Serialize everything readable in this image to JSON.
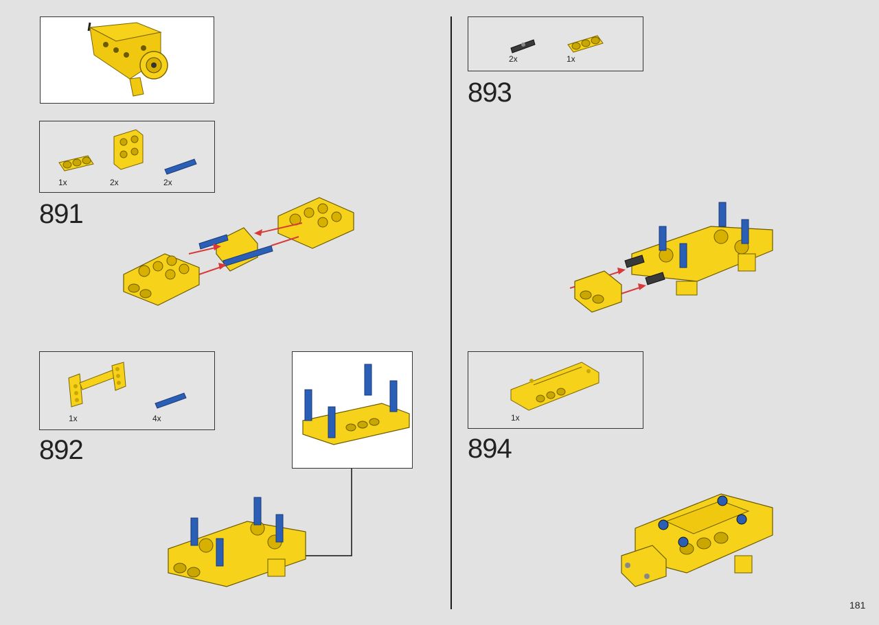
{
  "page_number": "181",
  "colors": {
    "yellow": "#f6d21a",
    "yellow_dark": "#c9a600",
    "blue": "#2b5fb6",
    "dark_gray": "#3a3a3a",
    "red": "#d83a3a"
  },
  "steps": [
    {
      "number": "891",
      "parts": [
        {
          "qty": "1x",
          "icon": "beam-3-icon"
        },
        {
          "qty": "2x",
          "icon": "connector-block-icon"
        },
        {
          "qty": "2x",
          "icon": "blue-pin-icon"
        }
      ]
    },
    {
      "number": "892",
      "parts": [
        {
          "qty": "1x",
          "icon": "h-frame-icon"
        },
        {
          "qty": "4x",
          "icon": "blue-pin-icon"
        }
      ]
    },
    {
      "number": "893",
      "parts": [
        {
          "qty": "2x",
          "icon": "gray-axle-pin-icon"
        },
        {
          "qty": "1x",
          "icon": "beam-3-icon"
        }
      ]
    },
    {
      "number": "894",
      "parts": [
        {
          "qty": "1x",
          "icon": "panel-plate-icon"
        }
      ]
    }
  ]
}
